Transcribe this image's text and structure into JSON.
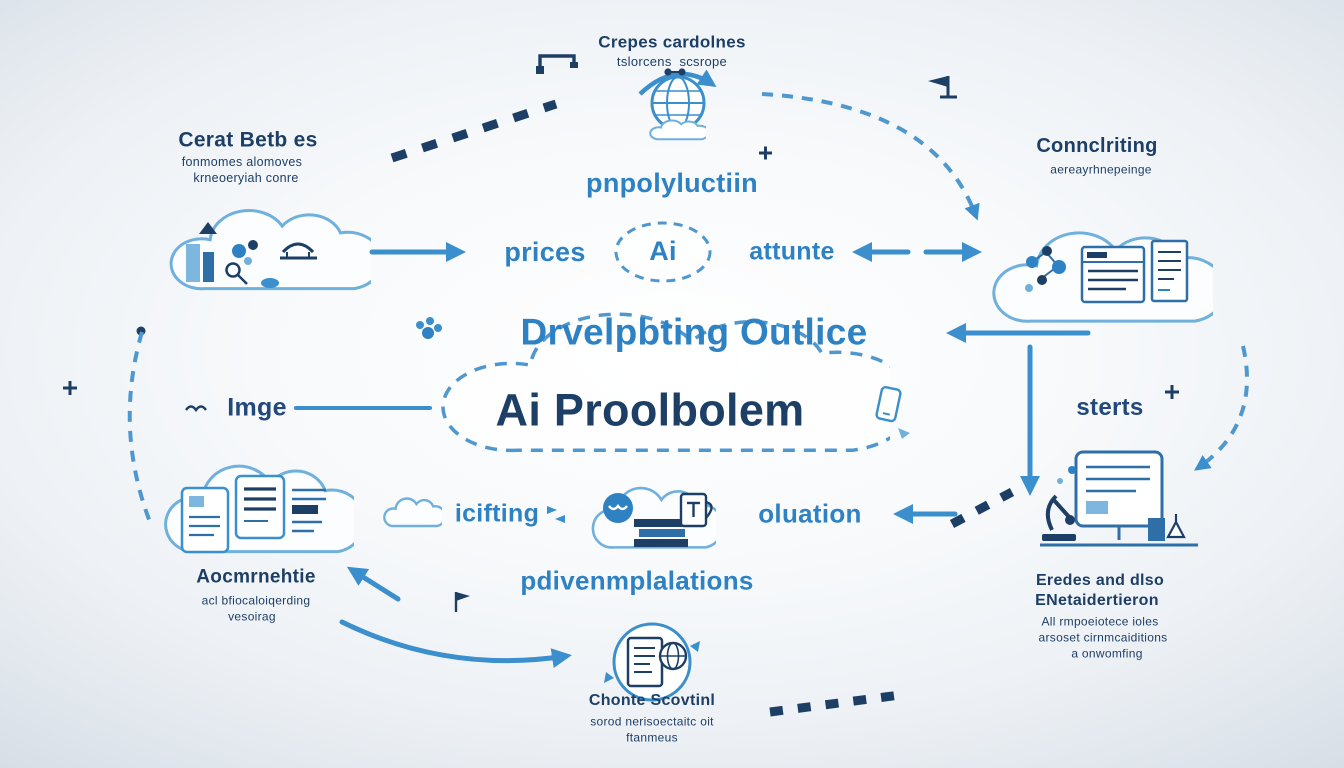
{
  "palette": {
    "blue_text": "#2e82c4",
    "navy_text": "#1d3f66",
    "arrow_blue": "#3b8fcc",
    "cloud_outline": "#6fb0dd",
    "background": "#eef2f6"
  },
  "labels": {
    "top_center": {
      "title": "Crepes cardolnes",
      "subtitle": "tslorcens  scsrope"
    },
    "top_left": {
      "title": "Cerat Betb es",
      "line2": "fonmomes alomoves",
      "line3": "krneoeryiah conre"
    },
    "top_right": {
      "title": "Connclriting",
      "line2": "aereayrhnepeinge"
    },
    "production": "pnpolyluctiin",
    "prices": "prices",
    "ai": "Ai",
    "attunte": "attunte",
    "center_line1": "Drvelpbting Outlice",
    "center_line2": "Ai Proolbolem",
    "image": "Imge",
    "sterts": "sterts",
    "icifting": "icifting",
    "oluation": "oluation",
    "implementations": "pdivenmplalations",
    "bottom_left": {
      "title": "Aocmrnehtie",
      "line2": "acl bfiocaloiqerding",
      "line3": "vesoirag"
    },
    "bottom_right": {
      "line1": "Eredes and dlso",
      "line2": "ENetaidertieron",
      "line3": "All rmpoeiotece ioles",
      "line4": "arsoset cirnmcaiditions",
      "line5": "a onwomfing"
    },
    "bottom_center": {
      "title": "Chonte Scovtinl",
      "line2": "sorod nerisoectaitc oit",
      "line3": "ftanmeus"
    }
  }
}
